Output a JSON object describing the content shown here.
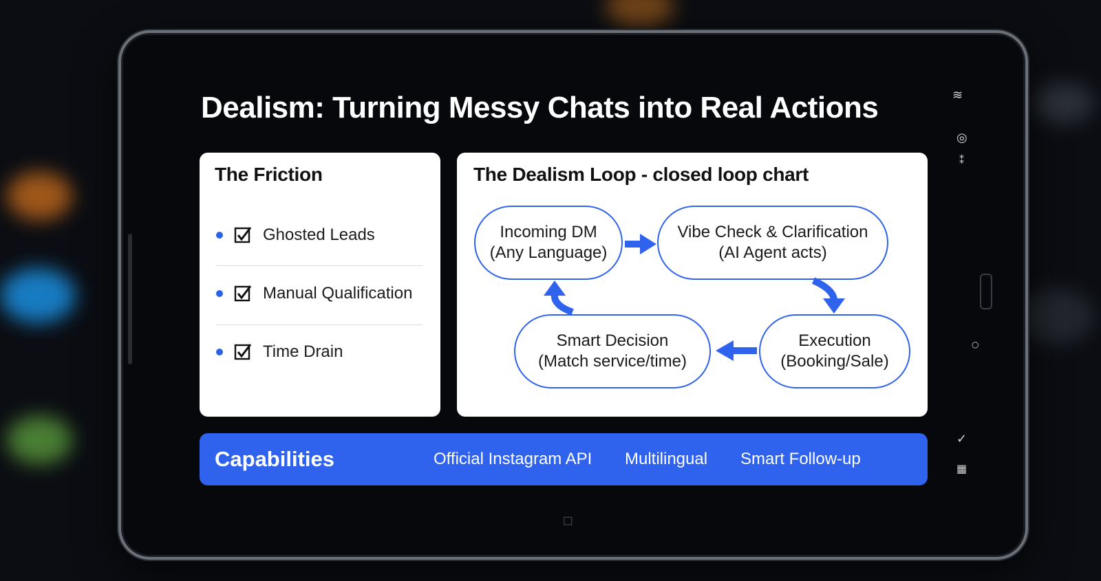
{
  "title": "Dealism: Turning Messy Chats into Real Actions",
  "friction": {
    "heading": "The Friction",
    "items": [
      {
        "label": "Ghosted Leads"
      },
      {
        "label": "Manual Qualification"
      },
      {
        "label": "Time Drain"
      }
    ]
  },
  "loop": {
    "heading": "The Dealism Loop - closed loop chart",
    "nodes": [
      {
        "line1": "Incoming DM",
        "line2": "(Any Language)"
      },
      {
        "line1": "Vibe Check & Clarification",
        "line2": "(AI Agent acts)"
      },
      {
        "line1": "Execution",
        "line2": "(Booking/Sale)"
      },
      {
        "line1": "Smart Decision",
        "line2": "(Match service/time)"
      }
    ]
  },
  "capabilities": {
    "heading": "Capabilities",
    "items": [
      "Official Instagram API",
      "Multilingual",
      "Smart Follow-up"
    ]
  },
  "device": {
    "home_label": "◻"
  },
  "colors": {
    "accent": "#2f63ee",
    "background": "#0b0d12",
    "card": "#ffffff"
  }
}
